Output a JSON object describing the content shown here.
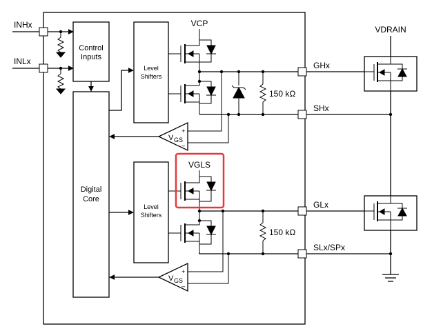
{
  "pins": {
    "inhx": "INHx",
    "inlx": "INLx",
    "ghx": "GHx",
    "shx": "SHx",
    "glx": "GLx",
    "slx": "SLx/SPx",
    "vdrain": "VDRAIN"
  },
  "blocks": {
    "control_inputs_l1": "Control",
    "control_inputs_l2": "Inputs",
    "digital_core_l1": "Digital",
    "digital_core_l2": "Core",
    "level_shifters_l1": "Level",
    "level_shifters_l2": "Shifters"
  },
  "rails": {
    "vcp": "VCP",
    "vgls": "VGLS"
  },
  "resistors": {
    "high_side": "150 kΩ",
    "low_side": "150 kΩ"
  },
  "comparators": {
    "v_main": "V",
    "v_sub": "GS",
    "plus": "+",
    "minus": "–"
  },
  "highlight": {
    "target": "VGLS",
    "color": "#e53935"
  }
}
